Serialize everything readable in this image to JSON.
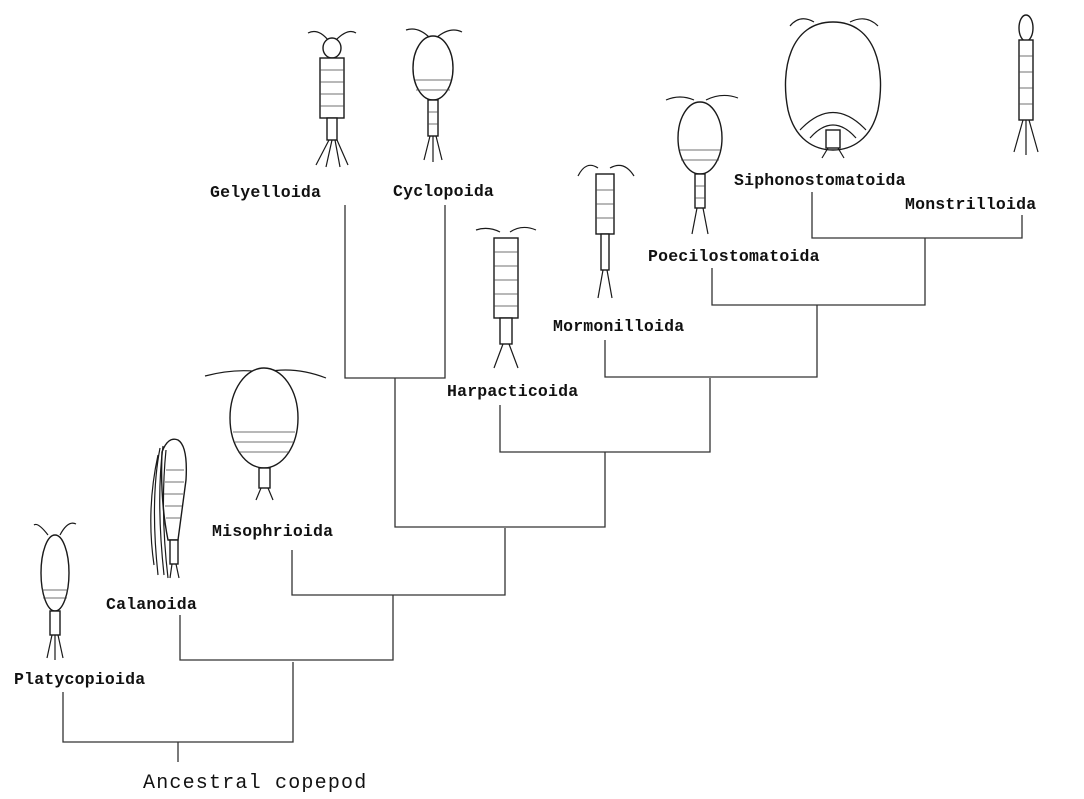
{
  "diagram": {
    "root_label": "Ancestral copepod",
    "taxa": [
      {
        "id": "platycopioida",
        "label": "Platycopioida"
      },
      {
        "id": "calanoida",
        "label": "Calanoida"
      },
      {
        "id": "misophrioida",
        "label": "Misophrioida"
      },
      {
        "id": "gelyelloida",
        "label": "Gelyelloida"
      },
      {
        "id": "cyclopoida",
        "label": "Cyclopoida"
      },
      {
        "id": "harpacticoida",
        "label": "Harpacticoida"
      },
      {
        "id": "mormonilloida",
        "label": "Mormonilloida"
      },
      {
        "id": "poecilostomatoida",
        "label": "Poecilostomatoida"
      },
      {
        "id": "siphonostomatoida",
        "label": "Siphonostomatoida"
      },
      {
        "id": "monstrilloida",
        "label": "Monstrilloida"
      }
    ],
    "line_color": "#333333"
  }
}
